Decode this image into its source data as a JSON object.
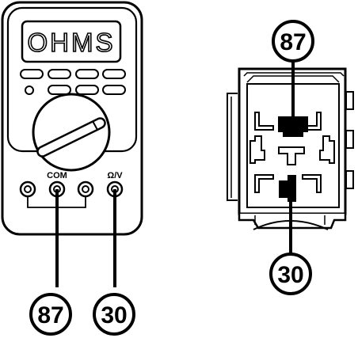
{
  "multimeter": {
    "display_text": "OHMS",
    "jack_labels": {
      "com": "COM",
      "ohm_volt": "Ω/V"
    }
  },
  "callouts": {
    "meter_left": "87",
    "meter_right": "30",
    "relay_top": "87",
    "relay_bottom": "30"
  },
  "colors": {
    "stroke": "#000000",
    "fill": "#ffffff"
  }
}
